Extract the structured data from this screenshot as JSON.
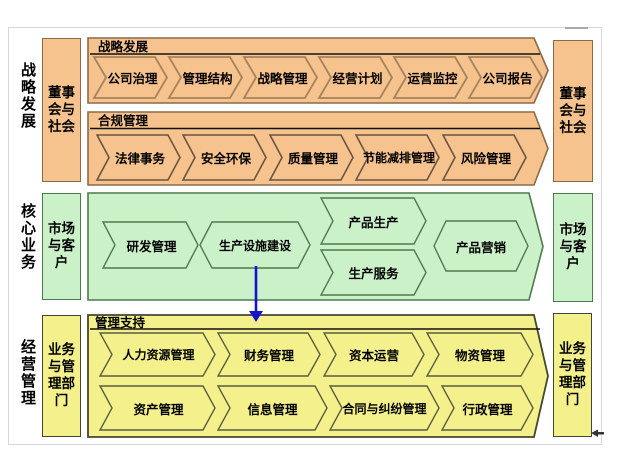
{
  "colors": {
    "orange": "#F6C28E",
    "green": "#CBF1C9",
    "yellow": "#F4F18C",
    "arrow_blue": "#1414CC",
    "text": "#000000"
  },
  "left_labels": [
    "战略发展",
    "核心业务",
    "经营管理"
  ],
  "side_boxes": {
    "left": [
      "董事会与社会",
      "市场与客户",
      "业务与管理部门"
    ],
    "right": [
      "董事会与社会",
      "市场与客户",
      "业务与管理部门"
    ]
  },
  "strategy_band": {
    "title": "战略发展",
    "items": [
      "公司治理",
      "管理结构",
      "战略管理",
      "经营计划",
      "运营监控",
      "公司报告"
    ]
  },
  "compliance_band": {
    "title": "合规管理",
    "items": [
      "法律事务",
      "安全环保",
      "质量管理",
      "节能减排管理",
      "风险管理"
    ]
  },
  "core_band": {
    "items": [
      "研发管理",
      "生产设施建设",
      "产品生产",
      "生产服务",
      "产品营销"
    ]
  },
  "support_band": {
    "title": "管理支持",
    "row1": [
      "人力资源管理",
      "财务管理",
      "资本运营",
      "物资管理"
    ],
    "row2": [
      "资产管理",
      "信息管理",
      "合同与纠纷管理",
      "行政管理"
    ]
  }
}
